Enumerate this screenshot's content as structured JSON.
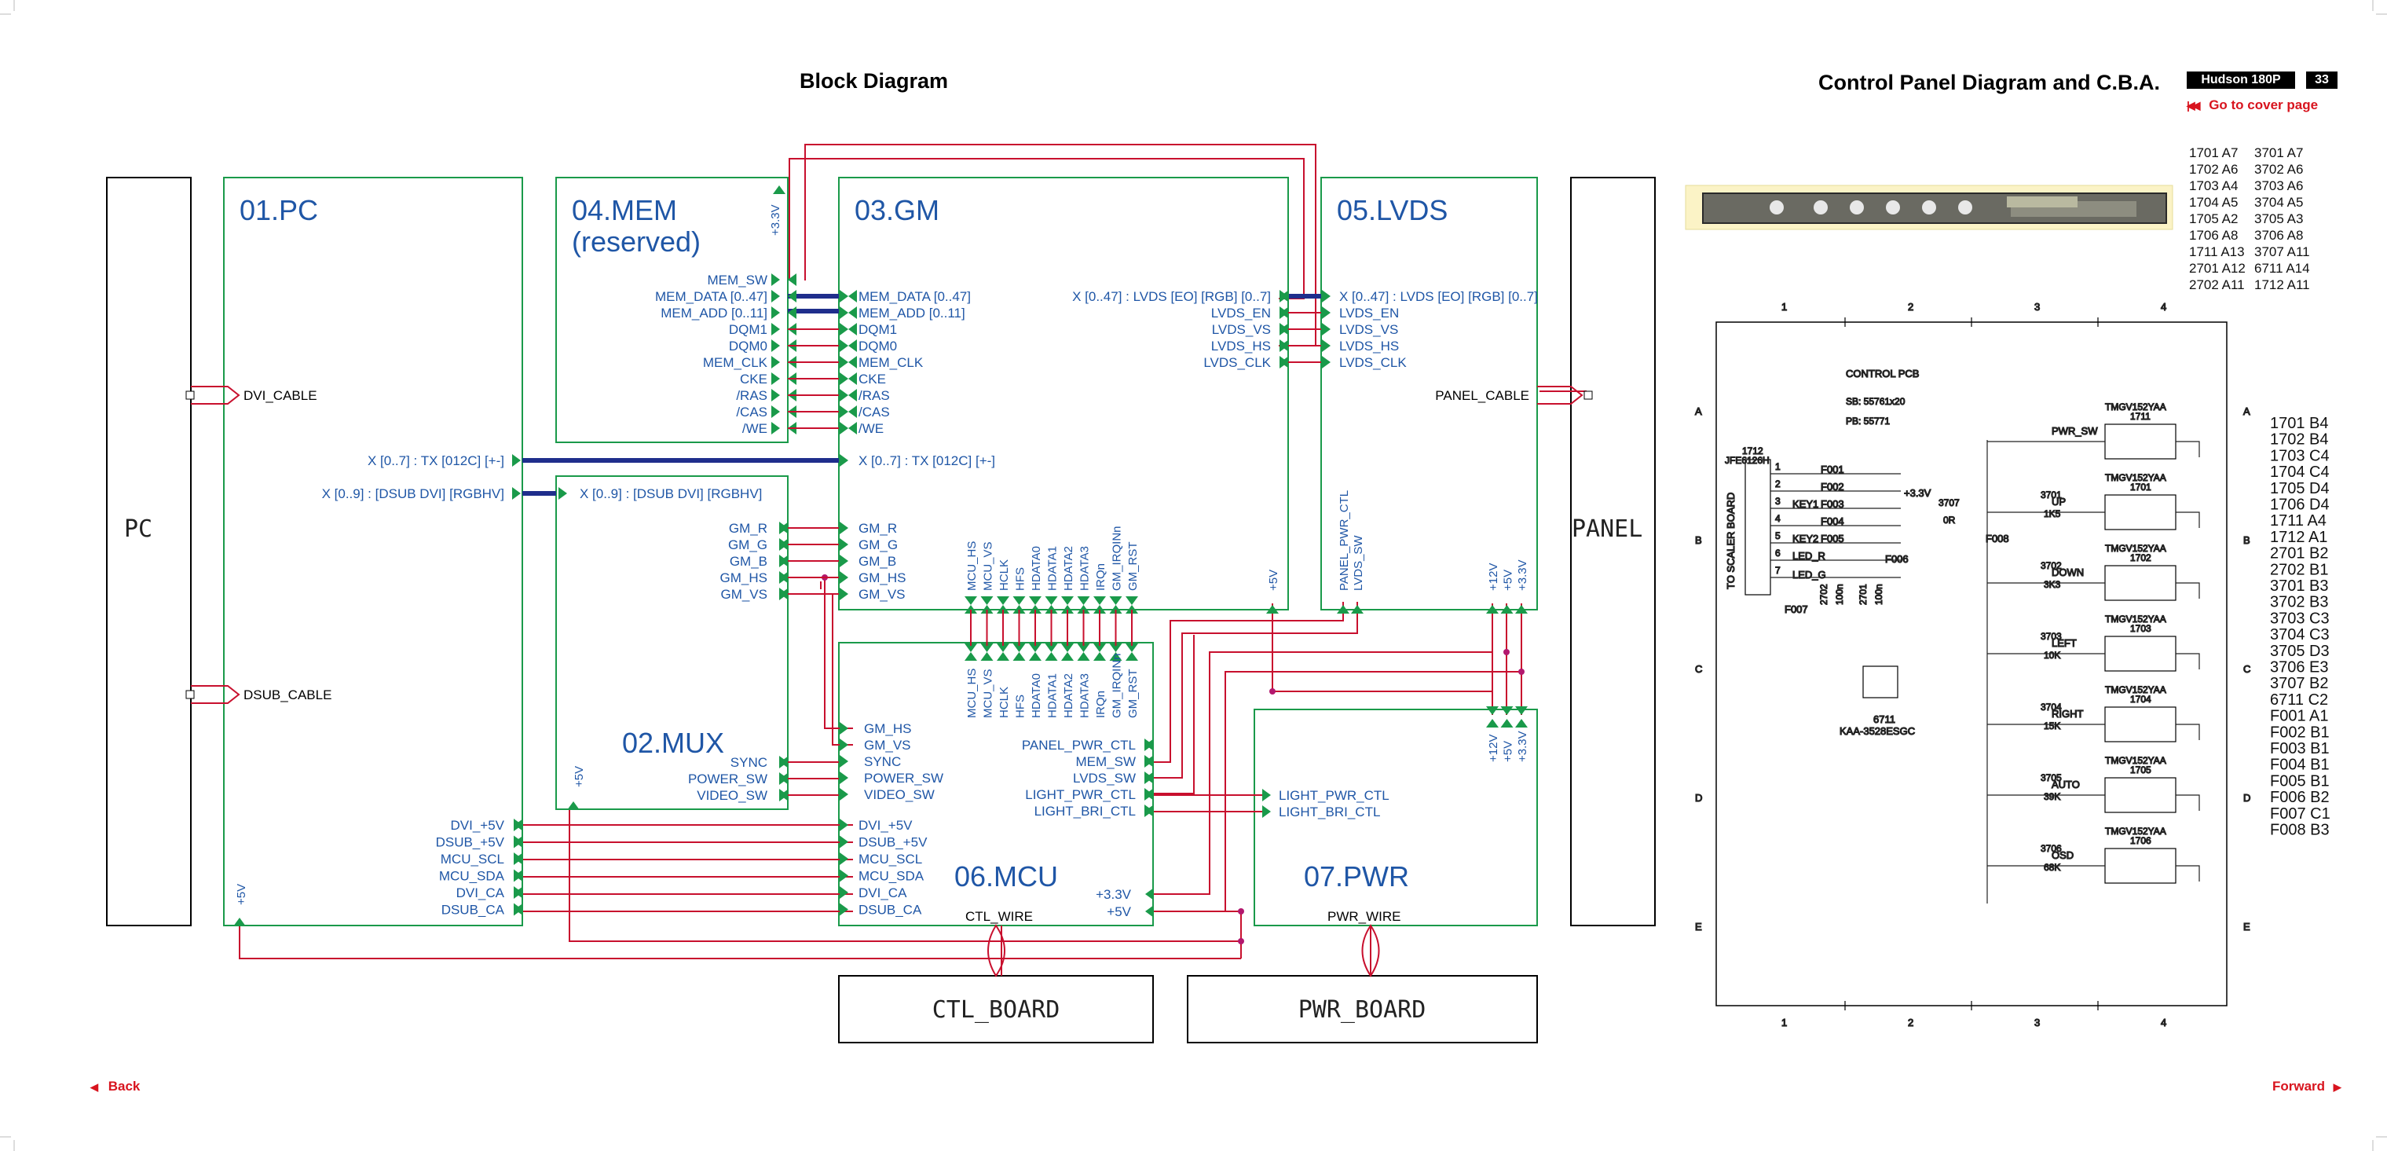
{
  "header": {
    "left_title": "Block Diagram",
    "right_title": "Control Panel Diagram and C.B.A.",
    "model": "Hudson 180P",
    "page": "33",
    "cover_link": "Go to cover page"
  },
  "footer": {
    "back": "Back",
    "forward": "Forward"
  },
  "blocks": {
    "pc": "01.PC",
    "mux": "02.MUX",
    "gm": "03.GM",
    "mem1": "04.MEM",
    "mem2": "(reserved)",
    "lvds": "05.LVDS",
    "mcu": "06.MCU",
    "pwr": "07.PWR",
    "pc_conn": "PC",
    "panel_conn": "PANEL",
    "ctl_board": "CTL_BOARD",
    "pwr_board": "PWR_BOARD"
  },
  "cables": {
    "dvi": "DVI_CABLE",
    "dsub": "DSUB_CABLE",
    "panel": "PANEL_CABLE",
    "ctl": "CTL_WIRE",
    "pwr": "PWR_WIRE"
  },
  "mem_signals": [
    "MEM_SW",
    "MEM_DATA [0..47]",
    "MEM_ADD [0..11]",
    "DQM1",
    "DQM0",
    "MEM_CLK",
    "CKE",
    "/RAS",
    "/CAS",
    "/WE"
  ],
  "mem_power": "+3.3V",
  "gm_mem_signals": [
    "MEM_DATA [0..47]",
    "MEM_ADD [0..11]",
    "DQM1",
    "DQM0",
    "MEM_CLK",
    "CKE",
    "/RAS",
    "/CAS",
    "/WE"
  ],
  "gm_lvds_signals": [
    "X [0..47] : LVDS [EO] [RGB] [0..7]",
    "LVDS_EN",
    "LVDS_VS",
    "LVDS_HS",
    "LVDS_CLK"
  ],
  "lvds_in_signals": [
    "X [0..47] : LVDS [EO] [RGB] [0..7]",
    "LVDS_EN",
    "LVDS_VS",
    "LVDS_HS",
    "LVDS_CLK"
  ],
  "tx_bus": "X [0..7] : TX [012C] [+-]",
  "tx_bus_right": "X [0..7] : TX [012C] [+-]",
  "dsub_bus": "X [0..9] : [DSUB DVI] [RGBHV]",
  "dsub_bus_right": "X [0..9] : [DSUB DVI] [RGBHV]",
  "mux_out": [
    "GM_R",
    "GM_G",
    "GM_B",
    "GM_HS",
    "GM_VS"
  ],
  "gm_in": [
    "GM_R",
    "GM_G",
    "GM_B",
    "GM_HS",
    "GM_VS"
  ],
  "mux_ctrl": [
    "SYNC",
    "POWER_SW",
    "VIDEO_SW"
  ],
  "mux_power": "+5V",
  "mcu_from_mux": [
    "GM_HS",
    "GM_VS",
    "SYNC",
    "POWER_SW",
    "VIDEO_SW"
  ],
  "gm_bottom": [
    "MCU_HS",
    "MCU_VS",
    "HCLK",
    "HFS",
    "HDATA0",
    "HDATA1",
    "HDATA2",
    "HDATA3",
    "IRQn",
    "GM_IRQINn",
    "GM_RST"
  ],
  "gm_power": "+5V",
  "lvds_bottom": [
    "PANEL_PWR_CTL",
    "LVDS_SW"
  ],
  "lvds_power": [
    "+12V",
    "+5V",
    "+3.3V"
  ],
  "pc_out": [
    "DVI_+5V",
    "DSUB_+5V",
    "MCU_SCL",
    "MCU_SDA",
    "DVI_CA",
    "DSUB_CA"
  ],
  "pc_power": "+5V",
  "mcu_in": [
    "DVI_+5V",
    "DSUB_+5V",
    "MCU_SCL",
    "MCU_SDA",
    "DVI_CA",
    "DSUB_CA"
  ],
  "mcu_right": [
    "PANEL_PWR_CTL",
    "MEM_SW",
    "LVDS_SW",
    "LIGHT_PWR_CTL",
    "LIGHT_BRI_CTL"
  ],
  "mcu_power": [
    "+3.3V",
    "+5V"
  ],
  "pwr_in": [
    "LIGHT_PWR_CTL",
    "LIGHT_BRI_CTL"
  ],
  "pwr_power": [
    "+12V",
    "+5V",
    "+3.3V"
  ],
  "ref_table_1": [
    "1701  A7",
    "1702  A6",
    "1703  A4",
    "1704  A5",
    "1705  A2",
    "1706  A8",
    "1711  A13",
    "2701  A12",
    "2702  A11"
  ],
  "ref_table_2": [
    "3701  A7",
    "3702  A6",
    "3703  A6",
    "3704  A5",
    "3705  A3",
    "3706  A8",
    "3707  A11",
    "6711  A14",
    "1712  A11"
  ],
  "ref_list": [
    "1701 B4",
    "1702 B4",
    "1703 C4",
    "1704 C4",
    "1705 D4",
    "1706 D4",
    "1711 A4",
    "1712 A1",
    "2701 B2",
    "2702 B1",
    "3701 B3",
    "3702 B3",
    "3703 C3",
    "3704 C3",
    "3705 D3",
    "3706 E3",
    "3707 B2",
    "6711 C2",
    "F001 A1",
    "F002 B1",
    "F003 B1",
    "F004 B1",
    "F005 B1",
    "F006 B2",
    "F007 C1",
    "F008 B3"
  ],
  "schematic": {
    "cols": [
      "1",
      "2",
      "3",
      "4"
    ],
    "rows": [
      "A",
      "B",
      "C",
      "D",
      "E"
    ],
    "title": "CONTROL PCB",
    "sb": "SB: 55761x20",
    "pb": "PB: 55771",
    "connector": "1712",
    "connector_type": "JFE6126H",
    "to_scaler": "TO SCALER BOARD",
    "pins": [
      "1",
      "2",
      "3",
      "4",
      "5",
      "6",
      "7"
    ],
    "pin_labels": [
      "KEY1",
      "KEY2",
      "LED_R",
      "LED_G"
    ],
    "f_labels": [
      "F001",
      "F002",
      "F003",
      "F004",
      "F005",
      "F006",
      "F007",
      "F008"
    ],
    "v33": "+3.3V",
    "r3707": "3707",
    "r3707v": "0R",
    "c2702": "2702",
    "c2701": "2701",
    "cval": "100n",
    "led": "6711",
    "led_type": "KAA-3528ESGC",
    "switch_type": "TMGV152YAA",
    "switches": [
      {
        "ref": "1711",
        "label": "PWR_SW",
        "r": "",
        "rv": ""
      },
      {
        "ref": "1701",
        "label": "UP",
        "r": "3701",
        "rv": "1K5"
      },
      {
        "ref": "1702",
        "label": "DOWN",
        "r": "3702",
        "rv": "3K3"
      },
      {
        "ref": "1703",
        "label": "LEFT",
        "r": "3703",
        "rv": "10K"
      },
      {
        "ref": "1704",
        "label": "RIGHT",
        "r": "3704",
        "rv": "15K"
      },
      {
        "ref": "1705",
        "label": "AUTO",
        "r": "3705",
        "rv": "39K"
      },
      {
        "ref": "1706",
        "label": "OSD",
        "r": "3706",
        "rv": "68K"
      }
    ]
  },
  "colors": {
    "green": "#1a9a4a",
    "red": "#c8102e",
    "blue": "#1f56a6",
    "bus": "#1f2e8c",
    "black": "#000000"
  }
}
